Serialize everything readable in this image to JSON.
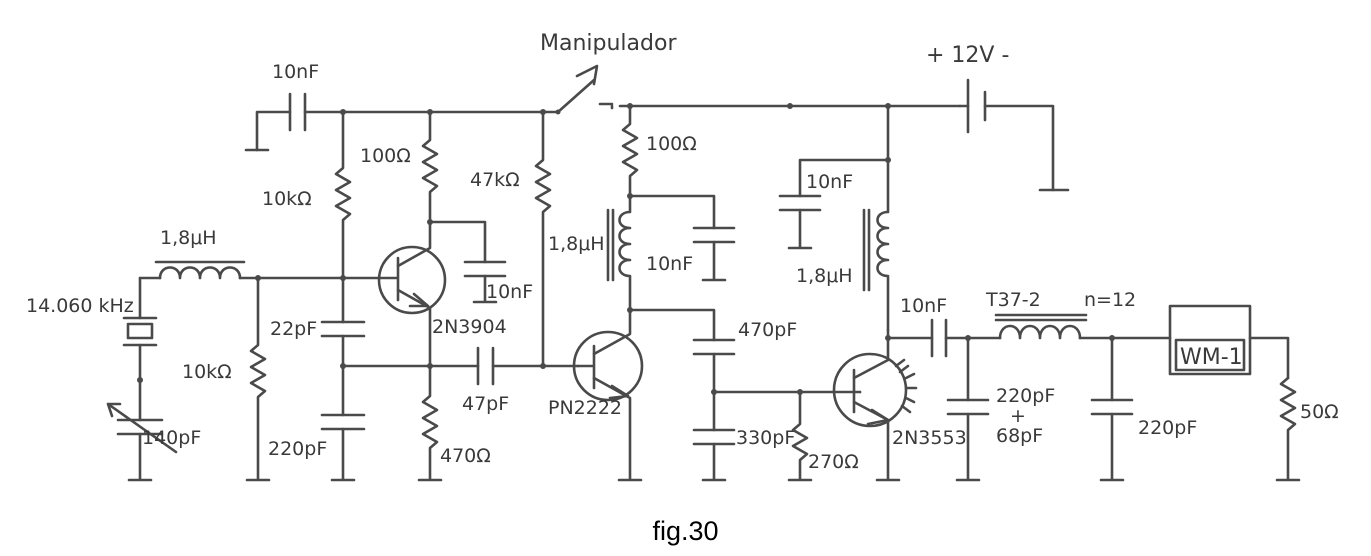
{
  "caption": "fig.30",
  "labels": {
    "key": "Manipulador",
    "supply": "+ 12V -",
    "c_in": "10nF",
    "r_bias": "10kΩ",
    "r_c1": "100Ω",
    "r_47k": "47kΩ",
    "r_c2": "100Ω",
    "c_top_right": "10nF",
    "l_in": "1,8μH",
    "xtal": "14.060 kHz",
    "r_base": "10kΩ",
    "c_var": "140pF",
    "c_22": "22pF",
    "c_220a": "220pF",
    "q1": "2N3904",
    "c_q1": "10nF",
    "r_e1": "470Ω",
    "c_47": "47pF",
    "l_q2": "1,8μH",
    "c_q2": "10nF",
    "q2": "PN2222",
    "c_470": "470pF",
    "c_330": "330pF",
    "r_270": "270Ω",
    "l_q3": "1,8μH",
    "c_out": "10nF",
    "q3": "2N3553",
    "toroid": "T37-2",
    "turns": "n=12",
    "c_220b_a": "220pF",
    "c_220b_plus": "+",
    "c_220b_b": "68pF",
    "c_220c": "220pF",
    "meter": "WM-1",
    "r_load": "50Ω"
  }
}
